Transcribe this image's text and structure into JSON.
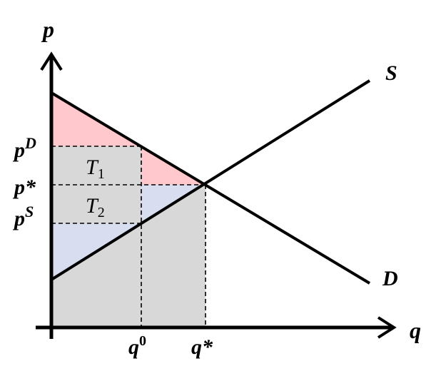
{
  "labels": {
    "y_axis": "p",
    "x_axis": "q",
    "supply": "S",
    "demand": "D"
  },
  "ticks": {
    "pD_base": "p",
    "pD_sup": "D",
    "pstar": "p*",
    "pS_base": "p",
    "pS_sup": "S",
    "q0_base": "q",
    "q0_sup": "0",
    "qstar": "q*"
  },
  "areas": {
    "t1_base": "T",
    "t1_sub": "1",
    "t2_base": "T",
    "t2_sub": "2"
  },
  "colors": {
    "consumer_surplus": "#ffc8cc",
    "producer_surplus": "#d8def0",
    "grey_region": "#d8d8d8",
    "lines": "#000000"
  }
}
